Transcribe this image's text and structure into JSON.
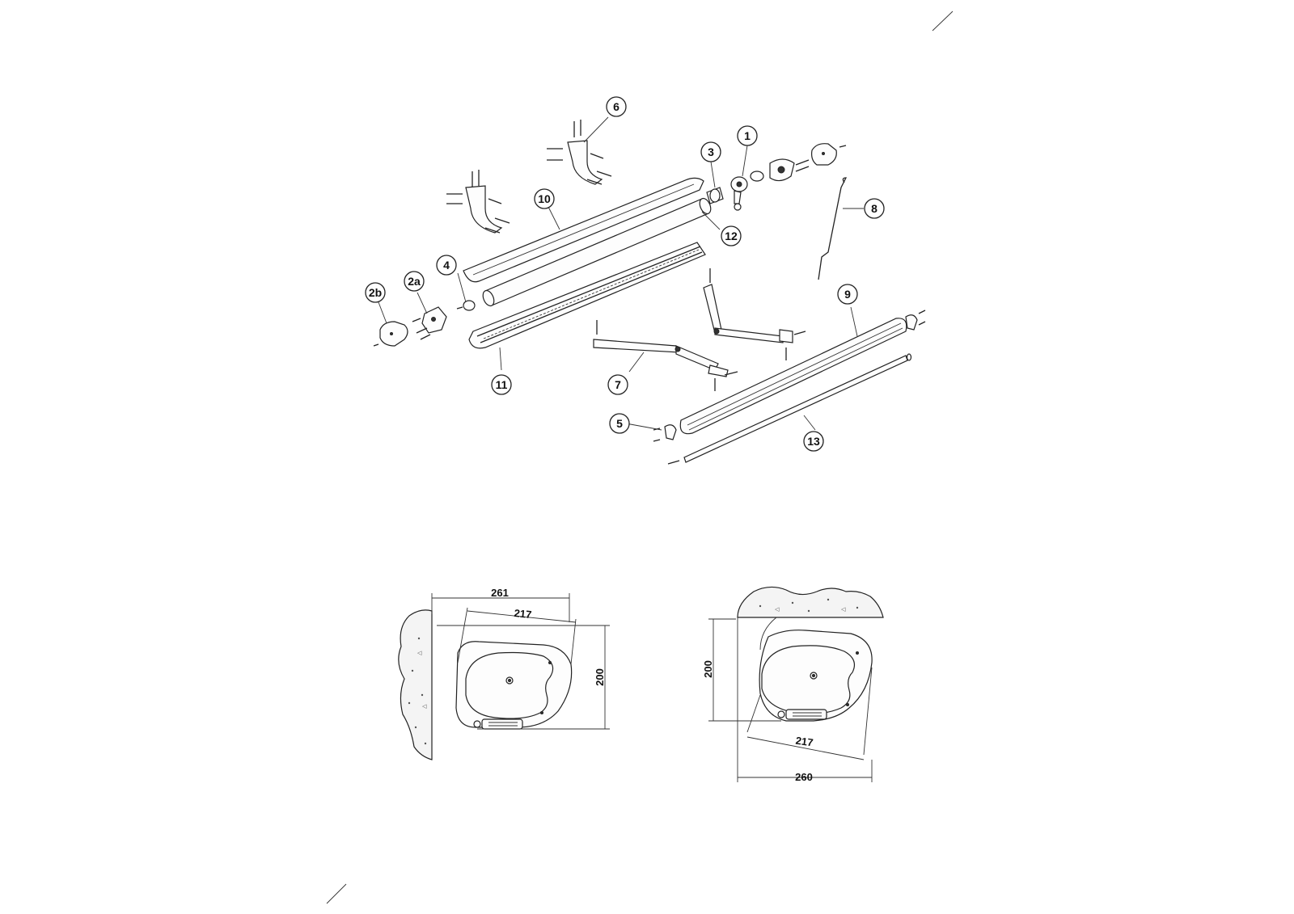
{
  "callouts": [
    {
      "id": "1",
      "label": "1"
    },
    {
      "id": "2a",
      "label": "2a"
    },
    {
      "id": "2b",
      "label": "2b"
    },
    {
      "id": "3",
      "label": "3"
    },
    {
      "id": "4",
      "label": "4"
    },
    {
      "id": "5",
      "label": "5"
    },
    {
      "id": "6",
      "label": "6"
    },
    {
      "id": "7",
      "label": "7"
    },
    {
      "id": "8",
      "label": "8"
    },
    {
      "id": "9",
      "label": "9"
    },
    {
      "id": "10",
      "label": "10"
    },
    {
      "id": "11",
      "label": "11"
    },
    {
      "id": "12",
      "label": "12"
    },
    {
      "id": "13",
      "label": "13"
    }
  ],
  "section_left": {
    "width_total": "261",
    "width_inner": "217",
    "height": "200"
  },
  "section_right": {
    "width_total": "260",
    "width_inner": "217",
    "height": "200"
  }
}
